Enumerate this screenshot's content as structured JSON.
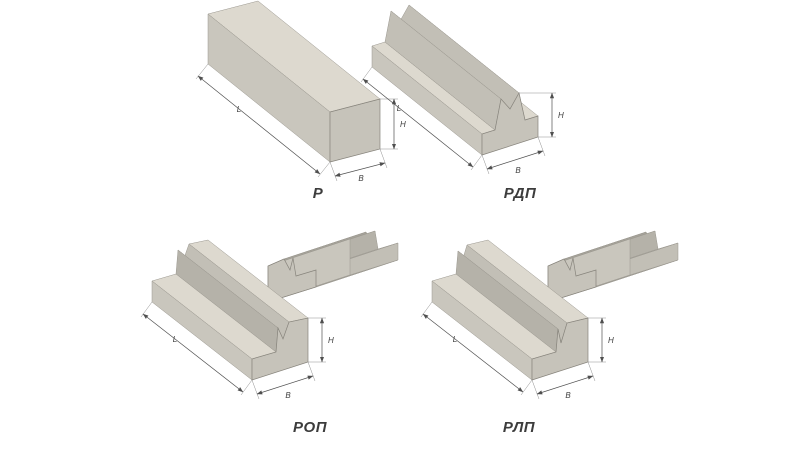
{
  "figure": {
    "beams": {
      "r": {
        "label": "Р"
      },
      "rdp": {
        "label": "РДП"
      },
      "rop": {
        "label": "РОП"
      },
      "rlp": {
        "label": "РЛП"
      }
    },
    "dims": {
      "length": "L",
      "height": "H",
      "width": "B"
    }
  }
}
